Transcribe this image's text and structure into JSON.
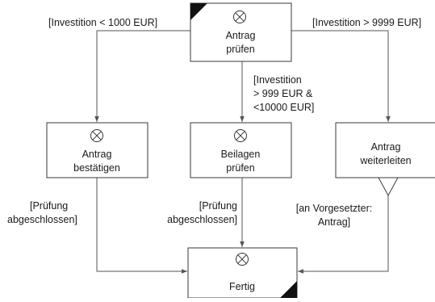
{
  "nodes": {
    "pruefen": {
      "lines": [
        "Antrag",
        "prüfen"
      ]
    },
    "bestaetigen": {
      "lines": [
        "Antrag",
        "bestätigen"
      ]
    },
    "beilagen": {
      "lines": [
        "Beilagen",
        "prüfen"
      ]
    },
    "weiterleiten": {
      "lines": [
        "Antrag",
        "weiterleiten"
      ]
    },
    "fertig": {
      "lines": [
        "Fertig"
      ]
    }
  },
  "conditions": {
    "low": [
      "[Investition < 1000 EUR]"
    ],
    "high": [
      "[Investition > 9999 EUR]"
    ],
    "mid": [
      "[Investition",
      "> 999 EUR &",
      "<10000 EUR]"
    ],
    "done_left": [
      "[Prüfung",
      "abgeschlossen]"
    ],
    "done_mid": [
      "[Prüfung",
      "abgeschlossen]"
    ],
    "supervisor": [
      "[an Vorgesetzter:",
      "Antrag]"
    ]
  }
}
